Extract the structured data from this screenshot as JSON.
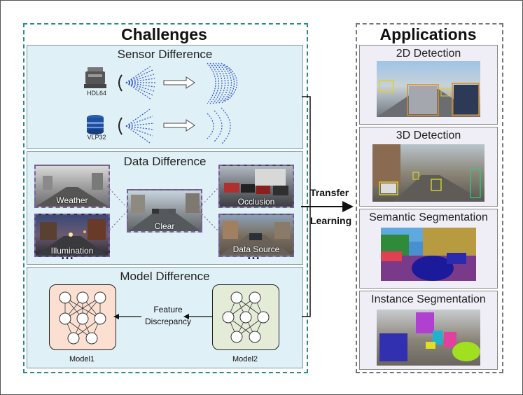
{
  "challenges": {
    "title": "Challenges",
    "sensor": {
      "title": "Sensor Difference",
      "lidar1": "HDL64",
      "lidar2": "VLP32"
    },
    "data": {
      "title": "Data Difference",
      "weather": "Weather",
      "illumination": "Illumination",
      "clear": "Clear",
      "occlusion": "Occlusion",
      "data_source": "Data Source",
      "ellipsis": "• • •"
    },
    "model": {
      "title": "Model Difference",
      "model1": "Model1",
      "model2": "Model2",
      "feature": "Feature",
      "discrepancy": "Discrepancy"
    }
  },
  "transfer": {
    "line1": "Transfer",
    "line2": "Learning"
  },
  "applications": {
    "title": "Applications",
    "items": [
      "2D Detection",
      "3D Detection",
      "Semantic Segmentation",
      "Instance Segmentation"
    ]
  },
  "colors": {
    "section_bg": "#dff0f6",
    "model1_bg": "#fbe0d2",
    "model2_bg": "#e4ecd8",
    "dashed_teal": "#2a8a8a",
    "dashed_purple": "#7a5fa0",
    "wave_blue": "#3355cc"
  }
}
